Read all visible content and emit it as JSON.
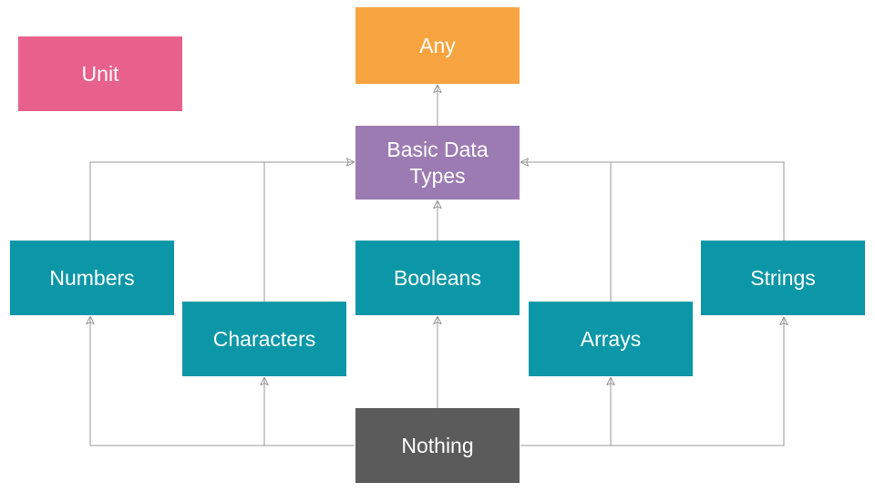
{
  "diagram": {
    "description": "Type hierarchy diagram: subtypes point to their supertypes",
    "background_color": "#ffffff",
    "connector_color": "#999999",
    "label_text_color": "#ffffff",
    "nodes": {
      "unit": {
        "label": "Unit",
        "color": "#e8618c"
      },
      "any": {
        "label": "Any",
        "color": "#f7a440"
      },
      "basic": {
        "label": "Basic Data Types",
        "color": "#9c7bb2"
      },
      "numbers": {
        "label": "Numbers",
        "color": "#0b97a7"
      },
      "characters": {
        "label": "Characters",
        "color": "#0b97a7"
      },
      "booleans": {
        "label": "Booleans",
        "color": "#0b97a7"
      },
      "arrays": {
        "label": "Arrays",
        "color": "#0b97a7"
      },
      "strings": {
        "label": "Strings",
        "color": "#0b97a7"
      },
      "nothing": {
        "label": "Nothing",
        "color": "#5b5b5b"
      }
    },
    "edges": [
      {
        "from": "basic",
        "to": "any"
      },
      {
        "from": "numbers",
        "to": "basic"
      },
      {
        "from": "characters",
        "to": "basic"
      },
      {
        "from": "booleans",
        "to": "basic"
      },
      {
        "from": "arrays",
        "to": "basic"
      },
      {
        "from": "strings",
        "to": "basic"
      },
      {
        "from": "nothing",
        "to": "numbers"
      },
      {
        "from": "nothing",
        "to": "characters"
      },
      {
        "from": "nothing",
        "to": "booleans"
      },
      {
        "from": "nothing",
        "to": "arrays"
      },
      {
        "from": "nothing",
        "to": "strings"
      }
    ]
  }
}
